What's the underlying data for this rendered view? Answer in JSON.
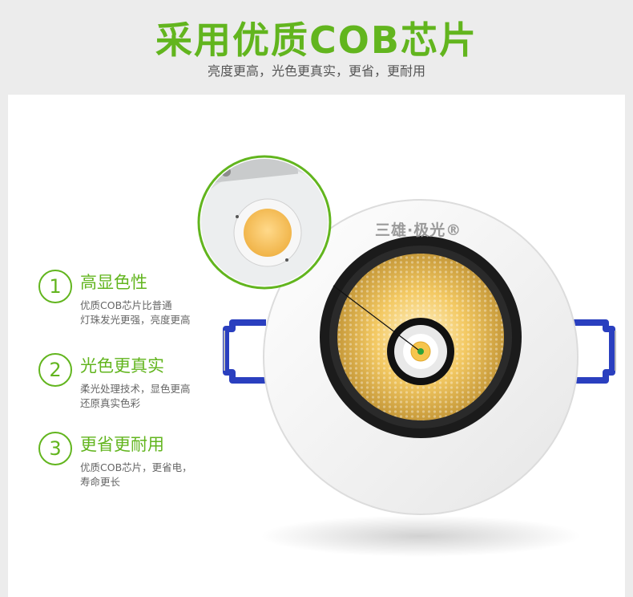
{
  "header": {
    "title": "采用优质COB芯片",
    "subtitle": "亮度更高，光色更真实，更省，更耐用"
  },
  "brand": "三雄·极光®",
  "features": [
    {
      "number": "1",
      "title": "高显色性",
      "desc_line1": "优质COB芯片比普通",
      "desc_line2": "灯珠发光更强，亮度更高"
    },
    {
      "number": "2",
      "title": "光色更真实",
      "desc_line1": "柔光处理技术，显色更高",
      "desc_line2": "还原真实色彩"
    },
    {
      "number": "3",
      "title": "更省更耐用",
      "desc_line1": "优质COB芯片，更省电，",
      "desc_line2": "寿命更长"
    }
  ],
  "colors": {
    "accent": "#62b51e",
    "background": "#ececec",
    "chip_yellow": "#f4bf5a",
    "clip_blue": "#2a3fbf"
  },
  "icons": [
    "magnifier-callout-icon",
    "led-chip-icon",
    "spring-clip-icon"
  ]
}
